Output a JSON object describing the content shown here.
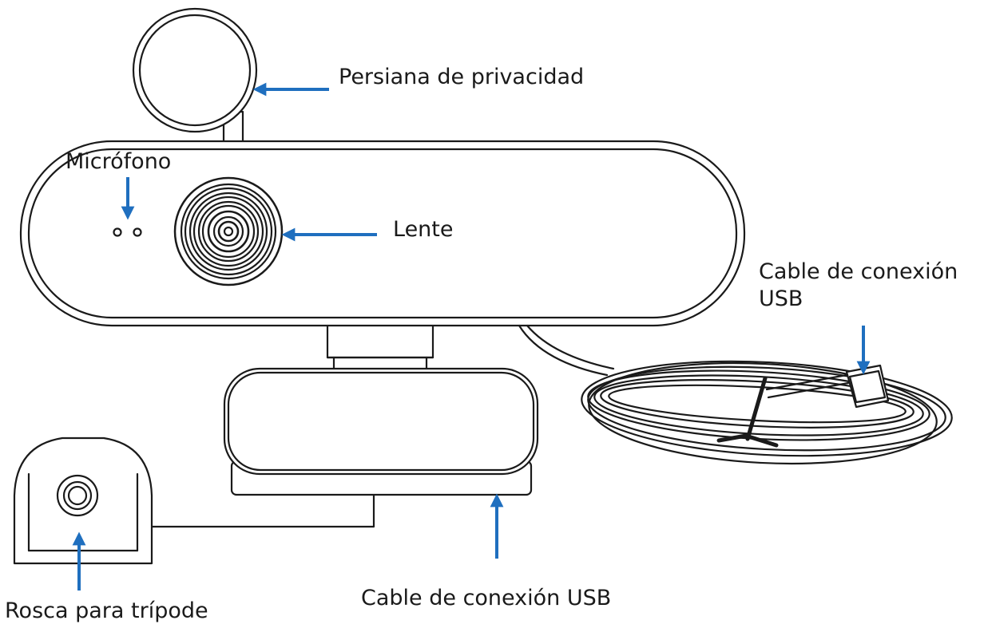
{
  "labels": {
    "privacy_shutter": "Persiana de privacidad",
    "microphone": "Micrófono",
    "lens": "Lente",
    "usb_cable_right": "Cable de conexión USB",
    "usb_cable_bottom": "Cable de conexión USB",
    "tripod_thread": "Rosca para trípode"
  },
  "colors": {
    "line": "#1a1a1a",
    "arrow": "#1f6fbf",
    "background": "#ffffff"
  }
}
